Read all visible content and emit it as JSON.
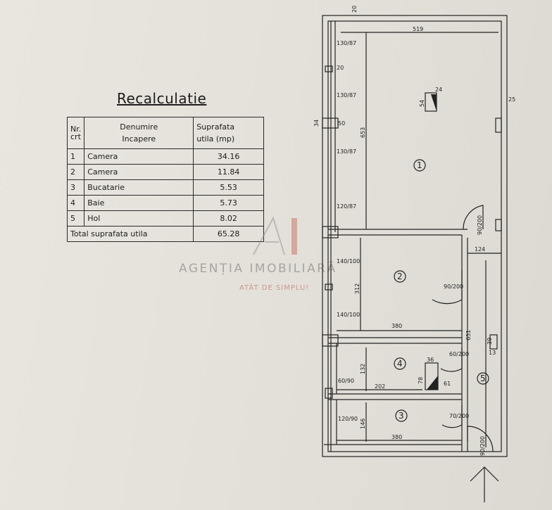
{
  "title": "Recalculatie",
  "table": {
    "headers": {
      "nr": [
        "Nr.",
        "crt"
      ],
      "name": [
        "Denumire",
        "Incapere"
      ],
      "area": [
        "Suprafata",
        "utila (mp)"
      ]
    },
    "rows": [
      {
        "nr": "1",
        "name": "Camera",
        "area": "34.16"
      },
      {
        "nr": "2",
        "name": "Camera",
        "area": "11.84"
      },
      {
        "nr": "3",
        "name": "Bucatarie",
        "area": "5.53"
      },
      {
        "nr": "4",
        "name": "Baie",
        "area": "5.73"
      },
      {
        "nr": "5",
        "name": "Hol",
        "area": "8.02"
      }
    ],
    "total": {
      "label": "Total suprafata utila",
      "area": "65.28"
    }
  },
  "watermark": {
    "name": "AGENȚIA IMOBILIARĂ",
    "tagline": "ATÂT DE SIMPLU!",
    "colors": {
      "gray": "#8a8a8a",
      "red": "#c0392b"
    }
  },
  "plan": {
    "rooms": {
      "r1": "1",
      "r2": "2",
      "r3": "3",
      "r4": "4",
      "r5": "5"
    },
    "dimensions": {
      "top_wall": "20",
      "width_main": "519",
      "right_wall": "25",
      "depth_room1": "653",
      "win1": "130/87",
      "w20": "20",
      "win2": "130/87",
      "pillar": "50",
      "w34": "34",
      "win3": "130/87",
      "win4": "120/87",
      "door1": "90/200",
      "hall_width": "124",
      "room2_height": "312",
      "room2_width": "380",
      "door2": "90/200",
      "win5": "140/100",
      "win6": "140/100",
      "hall_length": "651",
      "box_w": "24",
      "box_h": "54",
      "closet_w": "39",
      "closet_d": "13",
      "bath_height": "132",
      "bath_width": "202",
      "shower_w": "36",
      "shower_h": "78",
      "shower_d": "61",
      "door3": "60/200",
      "win7": "60/90",
      "kitchen_height": "146",
      "kitchen_width": "380",
      "door4": "70/200",
      "win8": "120/90",
      "entry_door": "90/200"
    }
  }
}
